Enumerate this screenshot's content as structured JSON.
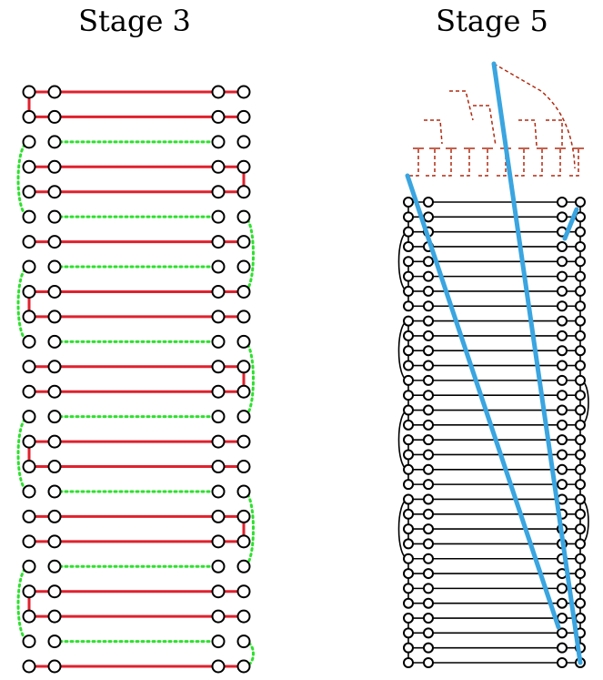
{
  "panels": [
    {
      "id": "stage-3",
      "title": "Stage 3",
      "row_count": 24,
      "colors": {
        "solid_edge": "#e0212d",
        "dotted_edge": "#2ee02e"
      },
      "dotted_rows": [
        2,
        5,
        7,
        10,
        13,
        16,
        19,
        22
      ]
    },
    {
      "id": "stage-5",
      "title": "Stage 5",
      "row_count": 32,
      "colors": {
        "edge": "#000000",
        "highlight": "#3aa5e0",
        "tree": "#b02a10"
      }
    }
  ]
}
